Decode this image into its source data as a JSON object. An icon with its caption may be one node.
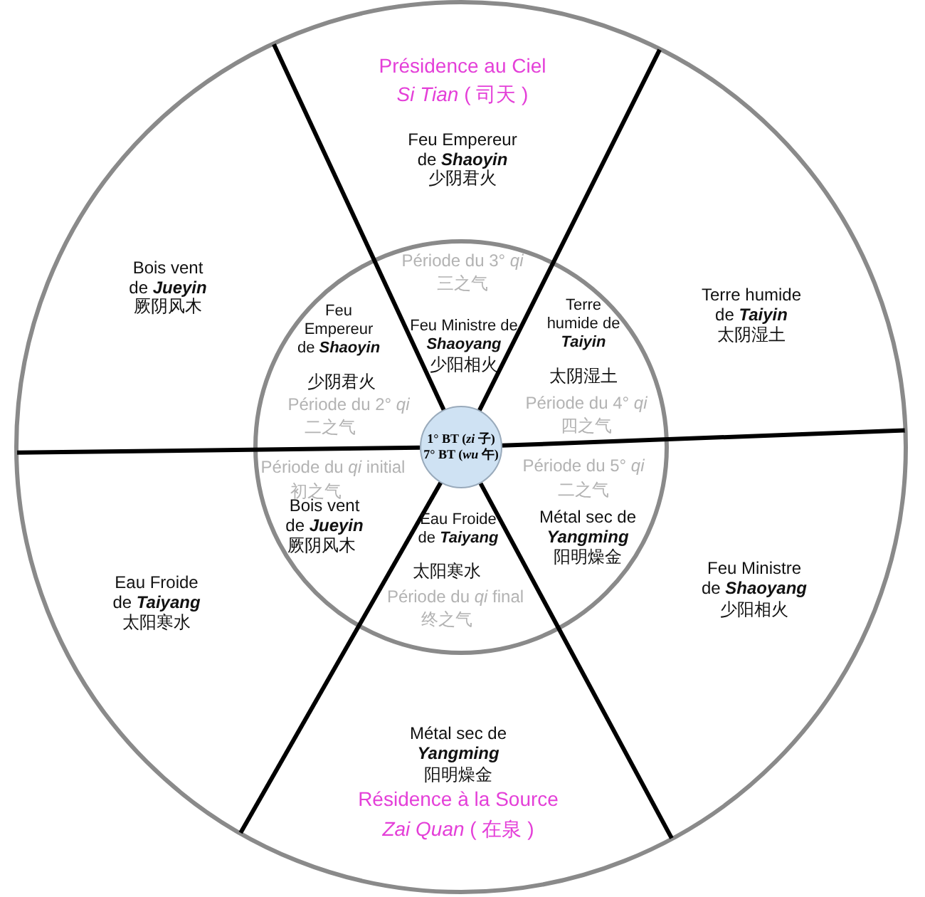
{
  "diagram": {
    "nodes": [
      {
        "text": [],
        "shape": "circle"
      },
      {
        "text": [],
        "shape": "circle",
        "in": 0
      },
      {
        "text": [
          "1° BT (*zi* 子)",
          "7° BT (*wu* 午)"
        ],
        "in": 1
      }
    ],
    "edges": [],
    "labels": [
      "Présidence au Ciel",
      "*Si Tian* ( 司天 )",
      "Feu Empereur de **Shaoyin**",
      "少阴君火",
      "Bois vent de **Jueyin**",
      "厥阴风木",
      "Terre humide de **Taiyin**",
      "太阴湿土",
      "Période du 3° *qi*",
      "三之气",
      "Feu Empereur de **Shaoyin**",
      "少阴君火",
      "Feu Ministre de **Shaoyang**",
      "少阳相火",
      "Terre humide de **Taiyin**",
      "太阴湿土",
      "Période du 2° *qi*",
      "二之气",
      "Période du 4° *qi*",
      "四之气",
      "Période du *qi* initial",
      "初之气",
      "Période du 5° *qi*",
      "二之气",
      "Bois vent de **Jueyin**",
      "厥阴风木",
      "Eau Froide de **Taiyang**",
      "太阳寒水",
      "Métal sec de **Yangming**",
      "阳明燥金",
      "Eau Froide de **Taiyang**",
      "太阳寒水",
      "Feu Ministre de **Shaoyang**",
      "少阳相火",
      "Période du *qi* final",
      "终之气",
      "Métal sec de **Yangming**",
      "阳明燥金",
      "Résidence à la Source",
      "*Zai Quan* ( 在泉 )"
    ]
  }
}
